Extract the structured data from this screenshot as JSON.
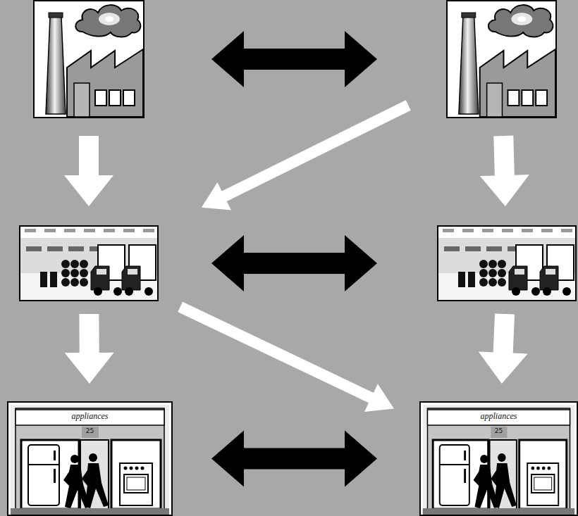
{
  "diagram": {
    "nodes": [
      {
        "text": []
      },
      {
        "text": []
      },
      {
        "text": []
      },
      {
        "text": []
      },
      {
        "text": [
          "appliances",
          "25"
        ]
      },
      {
        "text": [
          "appliances",
          "25"
        ]
      }
    ],
    "edges": [
      {
        "from": 0,
        "to": 1,
        "arrow": "both"
      },
      {
        "from": 0,
        "to": 2,
        "arrow": "to"
      },
      {
        "from": 1,
        "to": 3,
        "arrow": "to"
      },
      {
        "from": 1,
        "to": 2,
        "arrow": "to"
      },
      {
        "from": 2,
        "to": 3,
        "arrow": "both"
      },
      {
        "from": 2,
        "to": 4,
        "arrow": "to"
      },
      {
        "from": 3,
        "to": 5,
        "arrow": "to"
      },
      {
        "from": 2,
        "to": 5,
        "arrow": "to"
      },
      {
        "from": 4,
        "to": 5,
        "arrow": "both"
      }
    ]
  }
}
